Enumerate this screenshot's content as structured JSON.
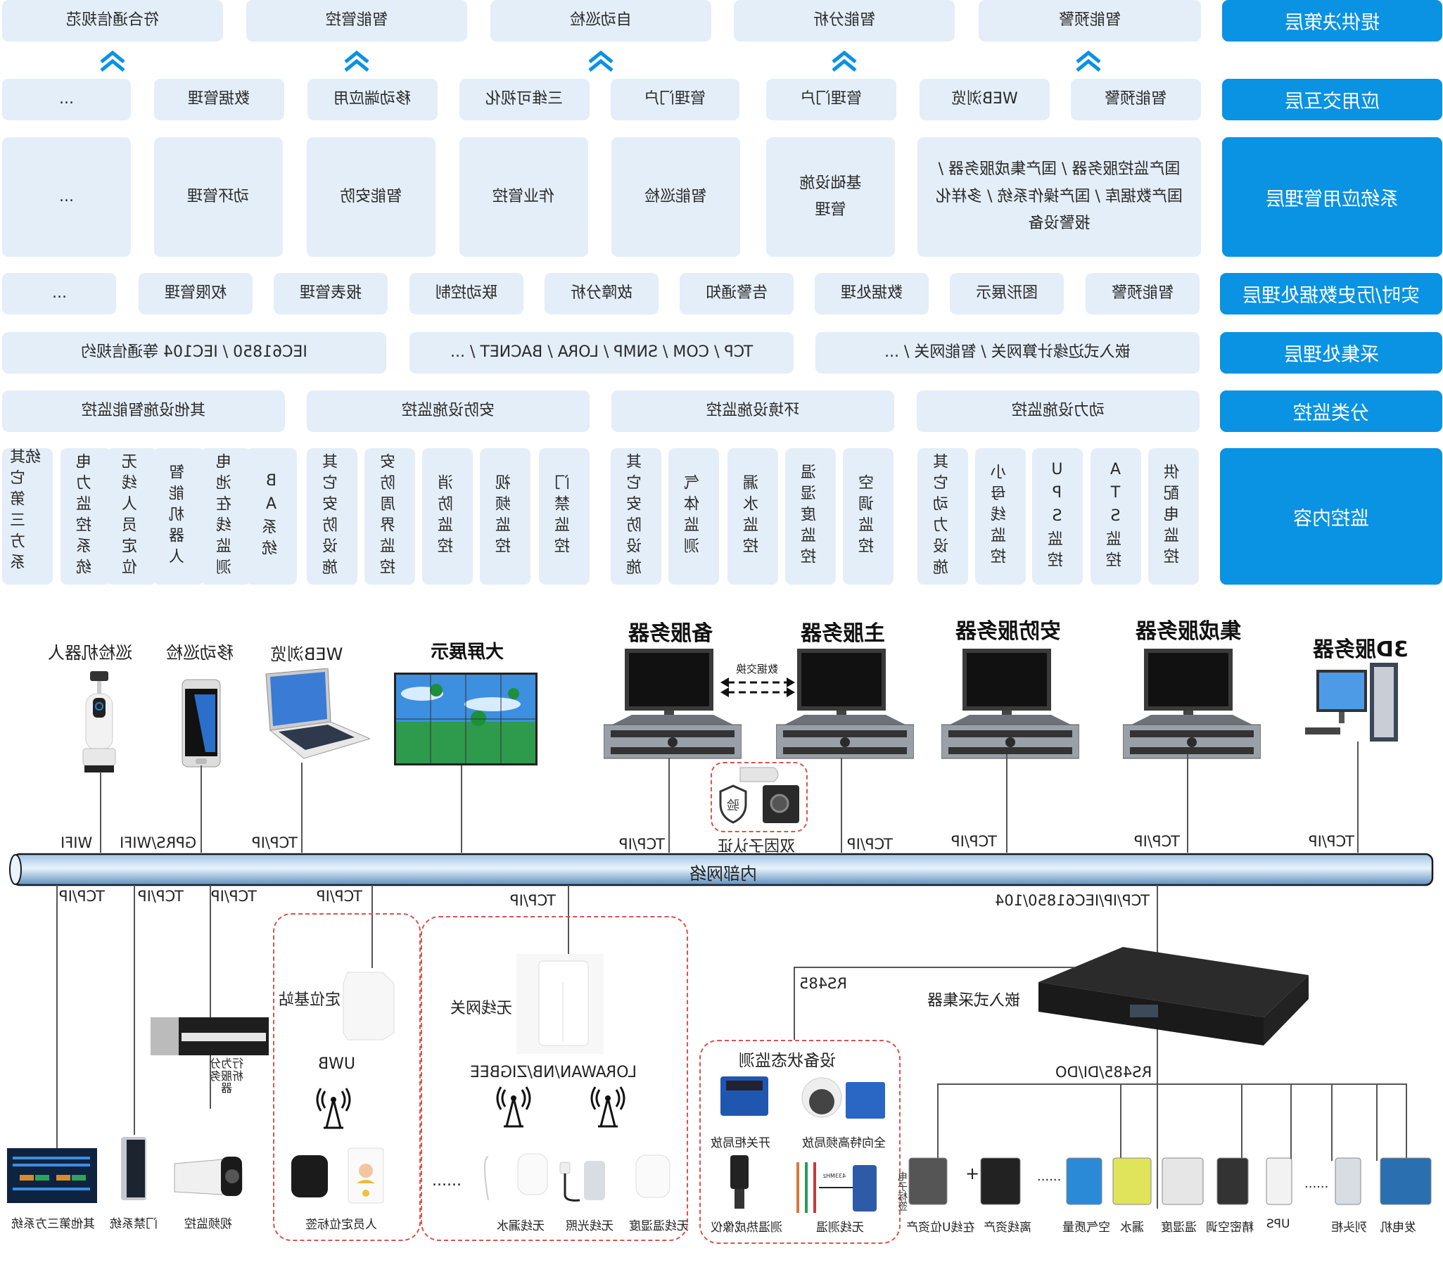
{
  "layers": {
    "decision": {
      "label": "提供决策层",
      "items": [
        "符合通信规范",
        "智能管控",
        "自动巡检",
        "智能分析",
        "智能预警"
      ]
    },
    "interaction": {
      "label": "应用交互层",
      "items": [
        "...",
        "数据管理",
        "移动端应用",
        "三维可视化",
        "管理门户",
        "管理门户",
        "WEB浏览",
        "智能预警"
      ]
    },
    "system_app": {
      "label": "系统应用管理层",
      "items": [
        "...",
        "动环管理",
        "智能安防",
        "作业管控",
        "智能巡检",
        "基础设施管理",
        "国产监控服务器 / 国产集成服务器 / 国产数据库 / 国产操作系统 / 多样化报警设备"
      ]
    },
    "data_processing": {
      "label": "实时/历史数据处理层",
      "items": [
        "...",
        "权限管理",
        "报表管理",
        "联动控制",
        "故障分析",
        "告警通知",
        "数据处理",
        "图形展示",
        "智能预警"
      ]
    },
    "collection": {
      "label": "采集处理层",
      "items": [
        "IEC61850 / IEC104 等通信规约",
        "TCP / COM / SNMP / LORA / BACNET / ...",
        "嵌入式边缘计算网关 / 智能网关 / ..."
      ]
    },
    "classification": {
      "label": "分类监控",
      "items": [
        "其他设施智能监控",
        "安防设施监控",
        "环境设施监控",
        "动力设施监控"
      ]
    },
    "content": {
      "label": "监控内容",
      "items": [
        "其它第三方系统",
        "电力监控系统",
        "无线人员定位",
        "智能机器人",
        "电池在线监测",
        "BA系统",
        "其它安防设施",
        "安防周界监控",
        "消防监控",
        "视频监控",
        "门禁监控",
        "其它安防设施",
        "气体监测",
        "漏水监控",
        "温湿度监控",
        "空调监控",
        "其它动力设施",
        "小母线监控",
        "UPS监控",
        "ATS监控",
        "供配电监控"
      ]
    }
  },
  "network": {
    "bus_label": "内部网络",
    "top_devices": [
      {
        "name": "巡检机器人",
        "link": "WIFI"
      },
      {
        "name": "移动巡检",
        "link": "GPRS/WIFI"
      },
      {
        "name": "WEB浏览",
        "link": "TCP/IP"
      },
      {
        "name": "大屏展示",
        "link": ""
      },
      {
        "name": "备服务器",
        "link": "TCP/IP"
      },
      {
        "name": "主服务器",
        "link": "TCP/IP"
      },
      {
        "name": "安防服务器",
        "link": "TCP/IP"
      },
      {
        "name": "集成服务器",
        "link": "TCP/IP"
      },
      {
        "name": "3D服务器",
        "link": "TCP/IP"
      }
    ],
    "data_exchange": "数据交换",
    "two_factor": "双因子认证",
    "shield_char": "验",
    "bottom_links": [
      "TCP/IP",
      "TCP/IP",
      "TCP/IP",
      "TCP/IP",
      "TCP/IP",
      "TCP/IP/IEC61850/104"
    ],
    "bottom_left": [
      {
        "name": "其他第三方系统"
      },
      {
        "name": "门禁系统"
      },
      {
        "name": "视频监控"
      },
      {
        "name": "行为分析服务器"
      }
    ],
    "uwb_group": {
      "station": "定位基站",
      "protocol": "UWB",
      "tag": "人员定位标签"
    },
    "wireless_group": {
      "gateway": "无线网关",
      "protocol": "LORAWAN/NB/ZIGBEE",
      "ellipsis": "......",
      "sensors": [
        "无线漏水",
        "无线光照",
        "无线温湿度"
      ]
    },
    "collector": {
      "name": "嵌入式采集器",
      "rs485": "RS485",
      "bus": "RS485/DI/DO"
    },
    "status_group": {
      "title": "设备状态监测",
      "items": [
        "开关柜局放",
        "全向特高频局放",
        "测温热成像仪",
        "无线测温"
      ],
      "freq": "433MHz"
    },
    "field_devices": [
      "在线U位资产",
      "离线资产",
      "空气质量",
      "漏水",
      "温湿度",
      "精密空调",
      "UPS",
      "列头柜",
      "发电机"
    ],
    "plus": "+",
    "ellipsis": "......",
    "u_tag_label": "电子标签"
  },
  "colors": {
    "accent": "#0a92e3",
    "box": "#e4eef8",
    "dashed": "#d9534f"
  }
}
